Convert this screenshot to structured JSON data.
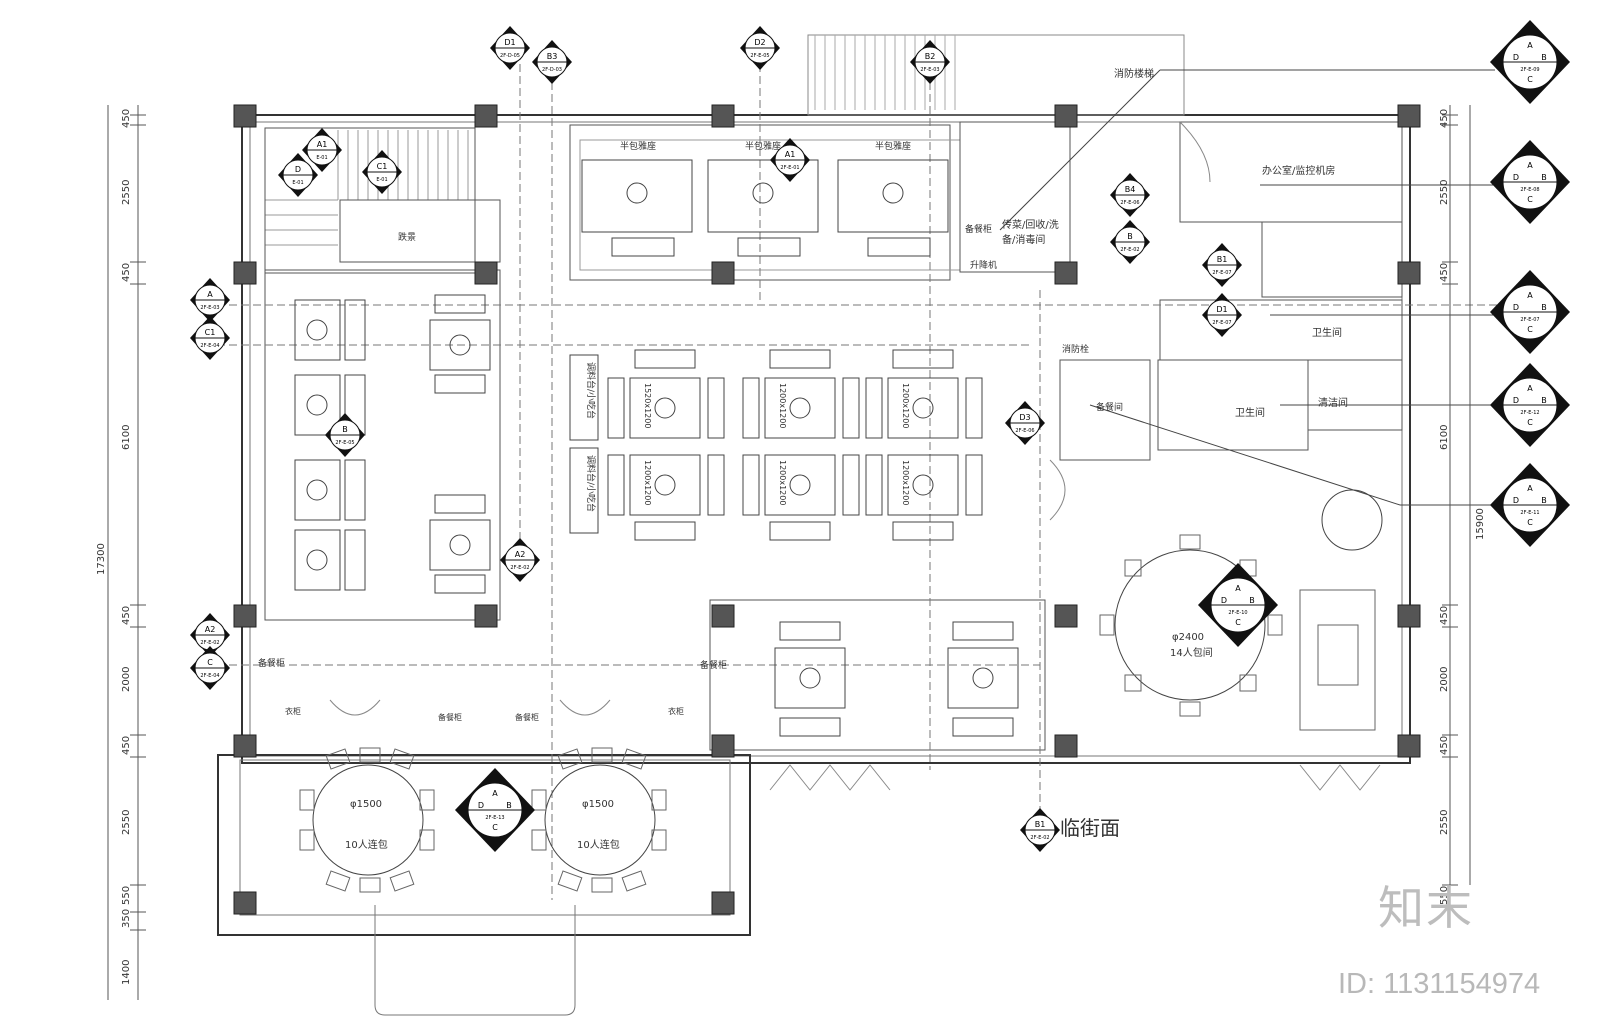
{
  "plan": {
    "rooms": {
      "stair": "消防楼梯",
      "office": "办公室/监控机房",
      "toilet_upper": "卫生间",
      "toilet_mid": "卫生间",
      "cleaning": "清洁间",
      "prep": "传菜/回收/洗",
      "prep2": "备/消毒间",
      "sideboard_top": "备餐柜",
      "fire_hydrant": "消防栓",
      "sideboard_room": "备餐间",
      "booth1": "半包雅座",
      "booth2": "半包雅座",
      "booth3": "半包雅座",
      "water_feature": "跌景",
      "sideboard_left": "备餐柜",
      "sideboard_mid": "备餐柜",
      "closet_left": "衣柜",
      "closet_right": "衣柜",
      "sidecab1": "备餐柜",
      "sidecab2": "备餐柜",
      "big_round": "φ2400",
      "big_room": "14人包间",
      "round_left": "φ1500",
      "round_left_label": "10人连包",
      "round_right": "φ1500",
      "round_right_label": "10人连包",
      "street": "临街面",
      "counter1": "调料台/小吃台",
      "counter2": "调料台/小吃台",
      "table_size1": "1520x1200",
      "table_size2": "1200x1200",
      "table_size3": "1200x1200",
      "table_size4": "1200x1200",
      "table_size5": "1200x1200",
      "table_size6": "1200x1200",
      "elevator": "升降机"
    },
    "dims_left": [
      "450",
      "2550",
      "450",
      "6100",
      "450",
      "2000",
      "450",
      "2550",
      "550",
      "350",
      "1400"
    ],
    "dim_total_left": "17300",
    "dims_right": [
      "450",
      "2550",
      "450",
      "6100",
      "450",
      "2000",
      "450",
      "2550",
      "550"
    ],
    "dim_total_right": "15900",
    "markers": [
      {
        "id": "D1",
        "ref": "2F-D-05"
      },
      {
        "id": "B3",
        "ref": "2F-D-03"
      },
      {
        "id": "D2",
        "ref": "2F-E-05"
      },
      {
        "id": "B2",
        "ref": "2F-E-03"
      },
      {
        "id": "A1",
        "ref": "E-01"
      },
      {
        "id": "D",
        "ref": "E-01"
      },
      {
        "id": "C1",
        "ref": "E-01"
      },
      {
        "id": "A1",
        "ref": "2F-E-01"
      },
      {
        "id": "B4",
        "ref": "2F-E-06"
      },
      {
        "id": "B",
        "ref": "2F-E-02"
      },
      {
        "id": "B1",
        "ref": "2F-E-07"
      },
      {
        "id": "D1",
        "ref": "2F-E-07"
      },
      {
        "id": "A",
        "ref": "2F-E-03"
      },
      {
        "id": "C1",
        "ref": "2F-E-04"
      },
      {
        "id": "B",
        "ref": "2F-E-05"
      },
      {
        "id": "D3",
        "ref": "2F-E-06"
      },
      {
        "id": "A2",
        "ref": "2F-E-02"
      },
      {
        "id": "A2",
        "ref": "2F-E-02"
      },
      {
        "id": "C",
        "ref": "2F-E-04"
      },
      {
        "id": "B1",
        "ref": "2F-E-02"
      }
    ],
    "quad_markers": [
      {
        "a": "A",
        "b": "B",
        "c": "C",
        "d": "D",
        "ref": "2F-E-09"
      },
      {
        "a": "A",
        "b": "B",
        "c": "C",
        "d": "D",
        "ref": "2F-E-08"
      },
      {
        "a": "A",
        "b": "B",
        "c": "C",
        "d": "D",
        "ref": "2F-E-07"
      },
      {
        "a": "A",
        "b": "B",
        "c": "C",
        "d": "D",
        "ref": "2F-E-12"
      },
      {
        "a": "A",
        "b": "B",
        "c": "C",
        "d": "D",
        "ref": "2F-E-11"
      },
      {
        "a": "A",
        "b": "B",
        "c": "C",
        "d": "D",
        "ref": "2F-E-10"
      },
      {
        "a": "A",
        "b": "B",
        "c": "C",
        "d": "D",
        "ref": "2F-E-13"
      }
    ]
  },
  "watermark": {
    "logo": "知末",
    "id": "ID: 1131154974"
  }
}
